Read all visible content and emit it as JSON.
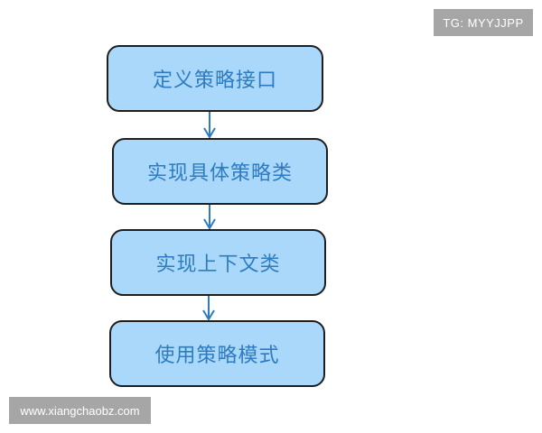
{
  "diagram": {
    "type": "flowchart",
    "direction": "top-to-bottom",
    "nodes": [
      {
        "id": "n1",
        "label": "定义策略接口"
      },
      {
        "id": "n2",
        "label": "实现具体策略类"
      },
      {
        "id": "n3",
        "label": "实现上下文类"
      },
      {
        "id": "n4",
        "label": "使用策略模式"
      }
    ],
    "edges": [
      {
        "from": "n1",
        "to": "n2"
      },
      {
        "from": "n2",
        "to": "n3"
      },
      {
        "from": "n3",
        "to": "n4"
      }
    ]
  },
  "watermarks": {
    "top_right": "TG: MYYJJPP",
    "bottom_left": "www.xiangchaobz.com"
  },
  "colors": {
    "node_fill": "#a9d8fb",
    "node_border": "#1e1e1e",
    "node_text": "#2f7bc0",
    "arrow": "#2f7bc0",
    "watermark_bg": "#a6a6a6"
  }
}
